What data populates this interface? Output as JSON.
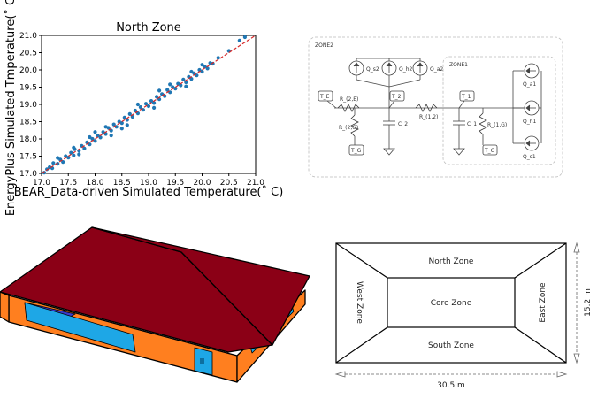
{
  "chart_data": {
    "type": "scatter",
    "title": "North Zone",
    "xlabel": "BEAR_Data-driven Simulated Temperature(˚ C)",
    "ylabel": "EnergyPlus Simulated Tmperature(˚ C)",
    "xlim": [
      17.0,
      21.0
    ],
    "ylim": [
      17.0,
      21.0
    ],
    "x_ticks": [
      "17.0",
      "17.5",
      "18.0",
      "18.5",
      "19.0",
      "19.5",
      "20.0",
      "20.5",
      "21.0"
    ],
    "y_ticks": [
      "17.0",
      "17.5",
      "18.0",
      "18.5",
      "19.0",
      "19.5",
      "20.0",
      "20.5",
      "21.0"
    ],
    "point_color": "#1f77b4",
    "reference_line": {
      "from": [
        17.0,
        17.0
      ],
      "to": [
        21.0,
        21.0
      ],
      "color": "#d62728",
      "style": "dashed"
    },
    "grid": false,
    "points": [
      [
        17.05,
        17.02
      ],
      [
        17.1,
        17.12
      ],
      [
        17.15,
        17.18
      ],
      [
        17.2,
        17.15
      ],
      [
        17.22,
        17.3
      ],
      [
        17.3,
        17.28
      ],
      [
        17.35,
        17.4
      ],
      [
        17.4,
        17.33
      ],
      [
        17.45,
        17.5
      ],
      [
        17.5,
        17.46
      ],
      [
        17.55,
        17.6
      ],
      [
        17.6,
        17.52
      ],
      [
        17.62,
        17.7
      ],
      [
        17.7,
        17.66
      ],
      [
        17.75,
        17.8
      ],
      [
        17.8,
        17.72
      ],
      [
        17.85,
        17.9
      ],
      [
        17.9,
        17.84
      ],
      [
        17.95,
        18.0
      ],
      [
        18.0,
        17.94
      ],
      [
        18.05,
        18.1
      ],
      [
        18.1,
        18.04
      ],
      [
        18.15,
        18.2
      ],
      [
        18.2,
        18.14
      ],
      [
        18.25,
        18.32
      ],
      [
        18.3,
        18.24
      ],
      [
        18.35,
        18.42
      ],
      [
        18.4,
        18.35
      ],
      [
        18.45,
        18.5
      ],
      [
        18.5,
        18.46
      ],
      [
        18.55,
        18.62
      ],
      [
        18.6,
        18.55
      ],
      [
        18.65,
        18.72
      ],
      [
        18.7,
        18.64
      ],
      [
        18.75,
        18.82
      ],
      [
        18.8,
        18.74
      ],
      [
        18.85,
        18.92
      ],
      [
        18.9,
        18.84
      ],
      [
        18.95,
        19.02
      ],
      [
        19.0,
        18.95
      ],
      [
        19.05,
        19.1
      ],
      [
        19.1,
        19.04
      ],
      [
        19.15,
        19.22
      ],
      [
        19.2,
        19.15
      ],
      [
        19.25,
        19.3
      ],
      [
        19.3,
        19.24
      ],
      [
        19.35,
        19.42
      ],
      [
        19.4,
        19.35
      ],
      [
        19.45,
        19.5
      ],
      [
        19.5,
        19.46
      ],
      [
        19.55,
        19.6
      ],
      [
        19.6,
        19.55
      ],
      [
        19.65,
        19.72
      ],
      [
        19.7,
        19.64
      ],
      [
        19.75,
        19.8
      ],
      [
        19.8,
        19.74
      ],
      [
        19.85,
        19.9
      ],
      [
        19.9,
        19.84
      ],
      [
        19.95,
        20.0
      ],
      [
        20.0,
        19.95
      ],
      [
        20.05,
        20.1
      ],
      [
        20.1,
        20.04
      ],
      [
        20.15,
        20.2
      ],
      [
        20.2,
        20.18
      ],
      [
        20.3,
        20.35
      ],
      [
        20.5,
        20.55
      ],
      [
        20.7,
        20.85
      ],
      [
        20.8,
        20.95
      ],
      [
        17.3,
        17.45
      ],
      [
        17.6,
        17.75
      ],
      [
        17.9,
        18.05
      ],
      [
        18.2,
        18.35
      ],
      [
        18.5,
        18.3
      ],
      [
        18.8,
        19.0
      ],
      [
        19.1,
        18.9
      ],
      [
        19.4,
        19.58
      ],
      [
        19.7,
        19.52
      ],
      [
        20.0,
        20.15
      ],
      [
        18.0,
        18.2
      ],
      [
        18.6,
        18.4
      ],
      [
        19.2,
        19.4
      ],
      [
        19.8,
        19.95
      ],
      [
        18.3,
        18.1
      ],
      [
        17.7,
        17.55
      ]
    ]
  },
  "circuit": {
    "outer_zone_label": "ZONE2",
    "inner_zone_label": "ZONE1",
    "labels": {
      "q_s2": "Q_s2",
      "q_h2": "Q_h2",
      "q_a2": "Q_a2",
      "q_a1": "Q_a1",
      "q_h1": "Q_h1",
      "q_s1": "Q_s1",
      "t_e": "T_E",
      "t_2": "T_2",
      "t_1": "T_1",
      "t_g_left": "T_G",
      "t_g_right": "T_G",
      "r_2e": "R_(2,E)",
      "r_2g": "R_(2,G)",
      "r_12": "R_(1,2)",
      "r_1g": "R_(1,G)",
      "c_2": "C_2",
      "c_1": "C_1"
    }
  },
  "building": {
    "roof_color": "#8b0016",
    "wall_color": "#ff7f1f",
    "window_color": "#1ea7e6",
    "shade_color": "#3a3acc"
  },
  "floor_plan": {
    "zones": {
      "north": "North Zone",
      "core": "Core Zone",
      "south": "South Zone",
      "west": "West Zone",
      "east": "East Zone"
    },
    "width_label": "30.5 m",
    "depth_label": "15.2 m"
  }
}
